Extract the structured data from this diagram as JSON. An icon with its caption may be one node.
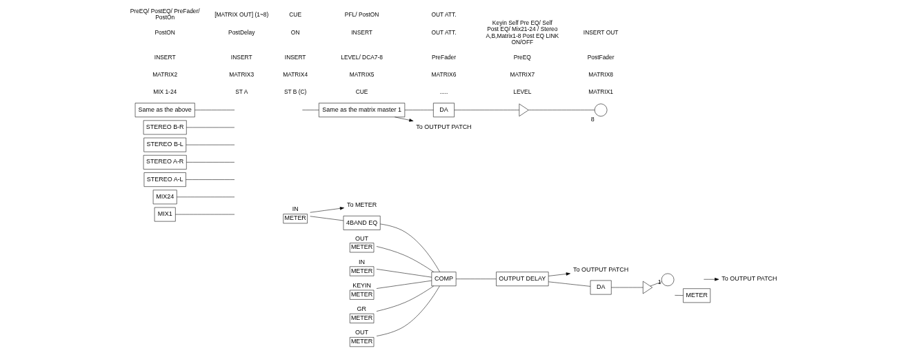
{
  "diagram": {
    "nodes": [
      {
        "text": [
          "MIX1"
        ]
      },
      {
        "text": [
          "MIX24"
        ]
      },
      {
        "text": [
          "STEREO A-L"
        ]
      },
      {
        "text": [
          "STEREO A-R"
        ]
      },
      {
        "text": [
          "STEREO B-L"
        ]
      },
      {
        "text": [
          "STEREO B-R"
        ]
      },
      {
        "text": [
          "Same as the above"
        ]
      },
      {
        "text": [
          "IN",
          "METER"
        ]
      },
      {
        "text": [
          "To METER"
        ]
      },
      {
        "text": [
          "4BAND EQ"
        ]
      },
      {
        "text": [
          "OUT",
          "METER"
        ]
      },
      {
        "text": [
          "IN",
          "METER"
        ]
      },
      {
        "text": [
          "KEYIN",
          "METER"
        ]
      },
      {
        "text": [
          "GR",
          "METER"
        ]
      },
      {
        "text": [
          "OUT",
          "METER"
        ]
      },
      {
        "text": [
          "COMP"
        ]
      },
      {
        "text": [
          "METER"
        ]
      },
      {
        "text": [
          "OUTPUT DELAY"
        ]
      },
      {
        "text": [
          "To OUTPUT PATCH"
        ]
      },
      {
        "text": [
          "DA"
        ]
      },
      {
        "text": [],
        "shape": "triangle"
      },
      {
        "text": [],
        "shape": "circle",
        "beside": [
          "1"
        ]
      },
      {
        "text": [
          "To OUTPUT PATCH"
        ]
      },
      {
        "text": [
          "Same as the matrix master 1"
        ]
      },
      {
        "text": [
          "DA"
        ]
      },
      {
        "text": [],
        "shape": "triangle"
      },
      {
        "text": [],
        "shape": "circle",
        "beside": [
          "8"
        ]
      },
      {
        "text": [
          "To OUTPUT PATCH"
        ]
      }
    ],
    "edges": [
      {
        "from": 0,
        "to": null,
        "arrow": "none"
      },
      {
        "from": 1,
        "to": null,
        "arrow": "none"
      },
      {
        "from": 2,
        "to": null,
        "arrow": "none"
      },
      {
        "from": 3,
        "to": null,
        "arrow": "none"
      },
      {
        "from": 4,
        "to": null,
        "arrow": "none"
      },
      {
        "from": 5,
        "to": null,
        "arrow": "none"
      },
      {
        "from": 6,
        "to": null,
        "arrow": "none"
      },
      {
        "from": 7,
        "to": 8,
        "arrow": "to"
      },
      {
        "from": 7,
        "to": 9,
        "arrow": "none"
      },
      {
        "from": 9,
        "to": 15,
        "arrow": "none"
      },
      {
        "from": 10,
        "to": 15,
        "arrow": "none"
      },
      {
        "from": 11,
        "to": 15,
        "arrow": "none"
      },
      {
        "from": 12,
        "to": 15,
        "arrow": "none"
      },
      {
        "from": 13,
        "to": 15,
        "arrow": "none"
      },
      {
        "from": 14,
        "to": 15,
        "arrow": "none"
      },
      {
        "from": 15,
        "to": 17,
        "arrow": "none"
      },
      {
        "from": null,
        "to": 16,
        "arrow": "none"
      },
      {
        "from": 17,
        "to": 18,
        "arrow": "to"
      },
      {
        "from": 17,
        "to": 19,
        "arrow": "none"
      },
      {
        "from": 19,
        "to": 20,
        "arrow": "none"
      },
      {
        "from": 20,
        "to": 21,
        "arrow": "none"
      },
      {
        "from": null,
        "to": 22,
        "arrow": "to"
      },
      {
        "from": null,
        "to": 23,
        "arrow": "none"
      },
      {
        "from": 23,
        "to": 24,
        "arrow": "none"
      },
      {
        "from": 24,
        "to": 25,
        "arrow": "none"
      },
      {
        "from": 25,
        "to": 26,
        "arrow": "none"
      },
      {
        "from": 23,
        "to": 27,
        "arrow": "to"
      }
    ],
    "labels": [
      "MIX 1-24",
      "ST A",
      "ST B (C)",
      "CUE",
      ".....",
      "LEVEL",
      "MATRIX1",
      "MATRIX2",
      "MATRIX3",
      "MATRIX4",
      "MATRIX5",
      "MATRIX6",
      "MATRIX7",
      "MATRIX8",
      "INSERT",
      "INSERT",
      "INSERT",
      "LEVEL/ DCA7-8",
      "PreFader",
      "PreEQ",
      "PostFader",
      "PostON",
      "PostDelay",
      "ON",
      "INSERT",
      "OUT ATT.",
      "Keyin Self Pre EQ/ Self Post EQ/ Mix21-24 / Stereo A,B,Matrix1-8 Post EQ LINK ON/OFF",
      "INSERT OUT",
      "PreEQ/ PostEQ/ PreFader/ PostOn",
      "[MATRIX OUT] (1~8)",
      "CUE",
      "PFL/ PostON",
      "OUT ATT."
    ]
  }
}
